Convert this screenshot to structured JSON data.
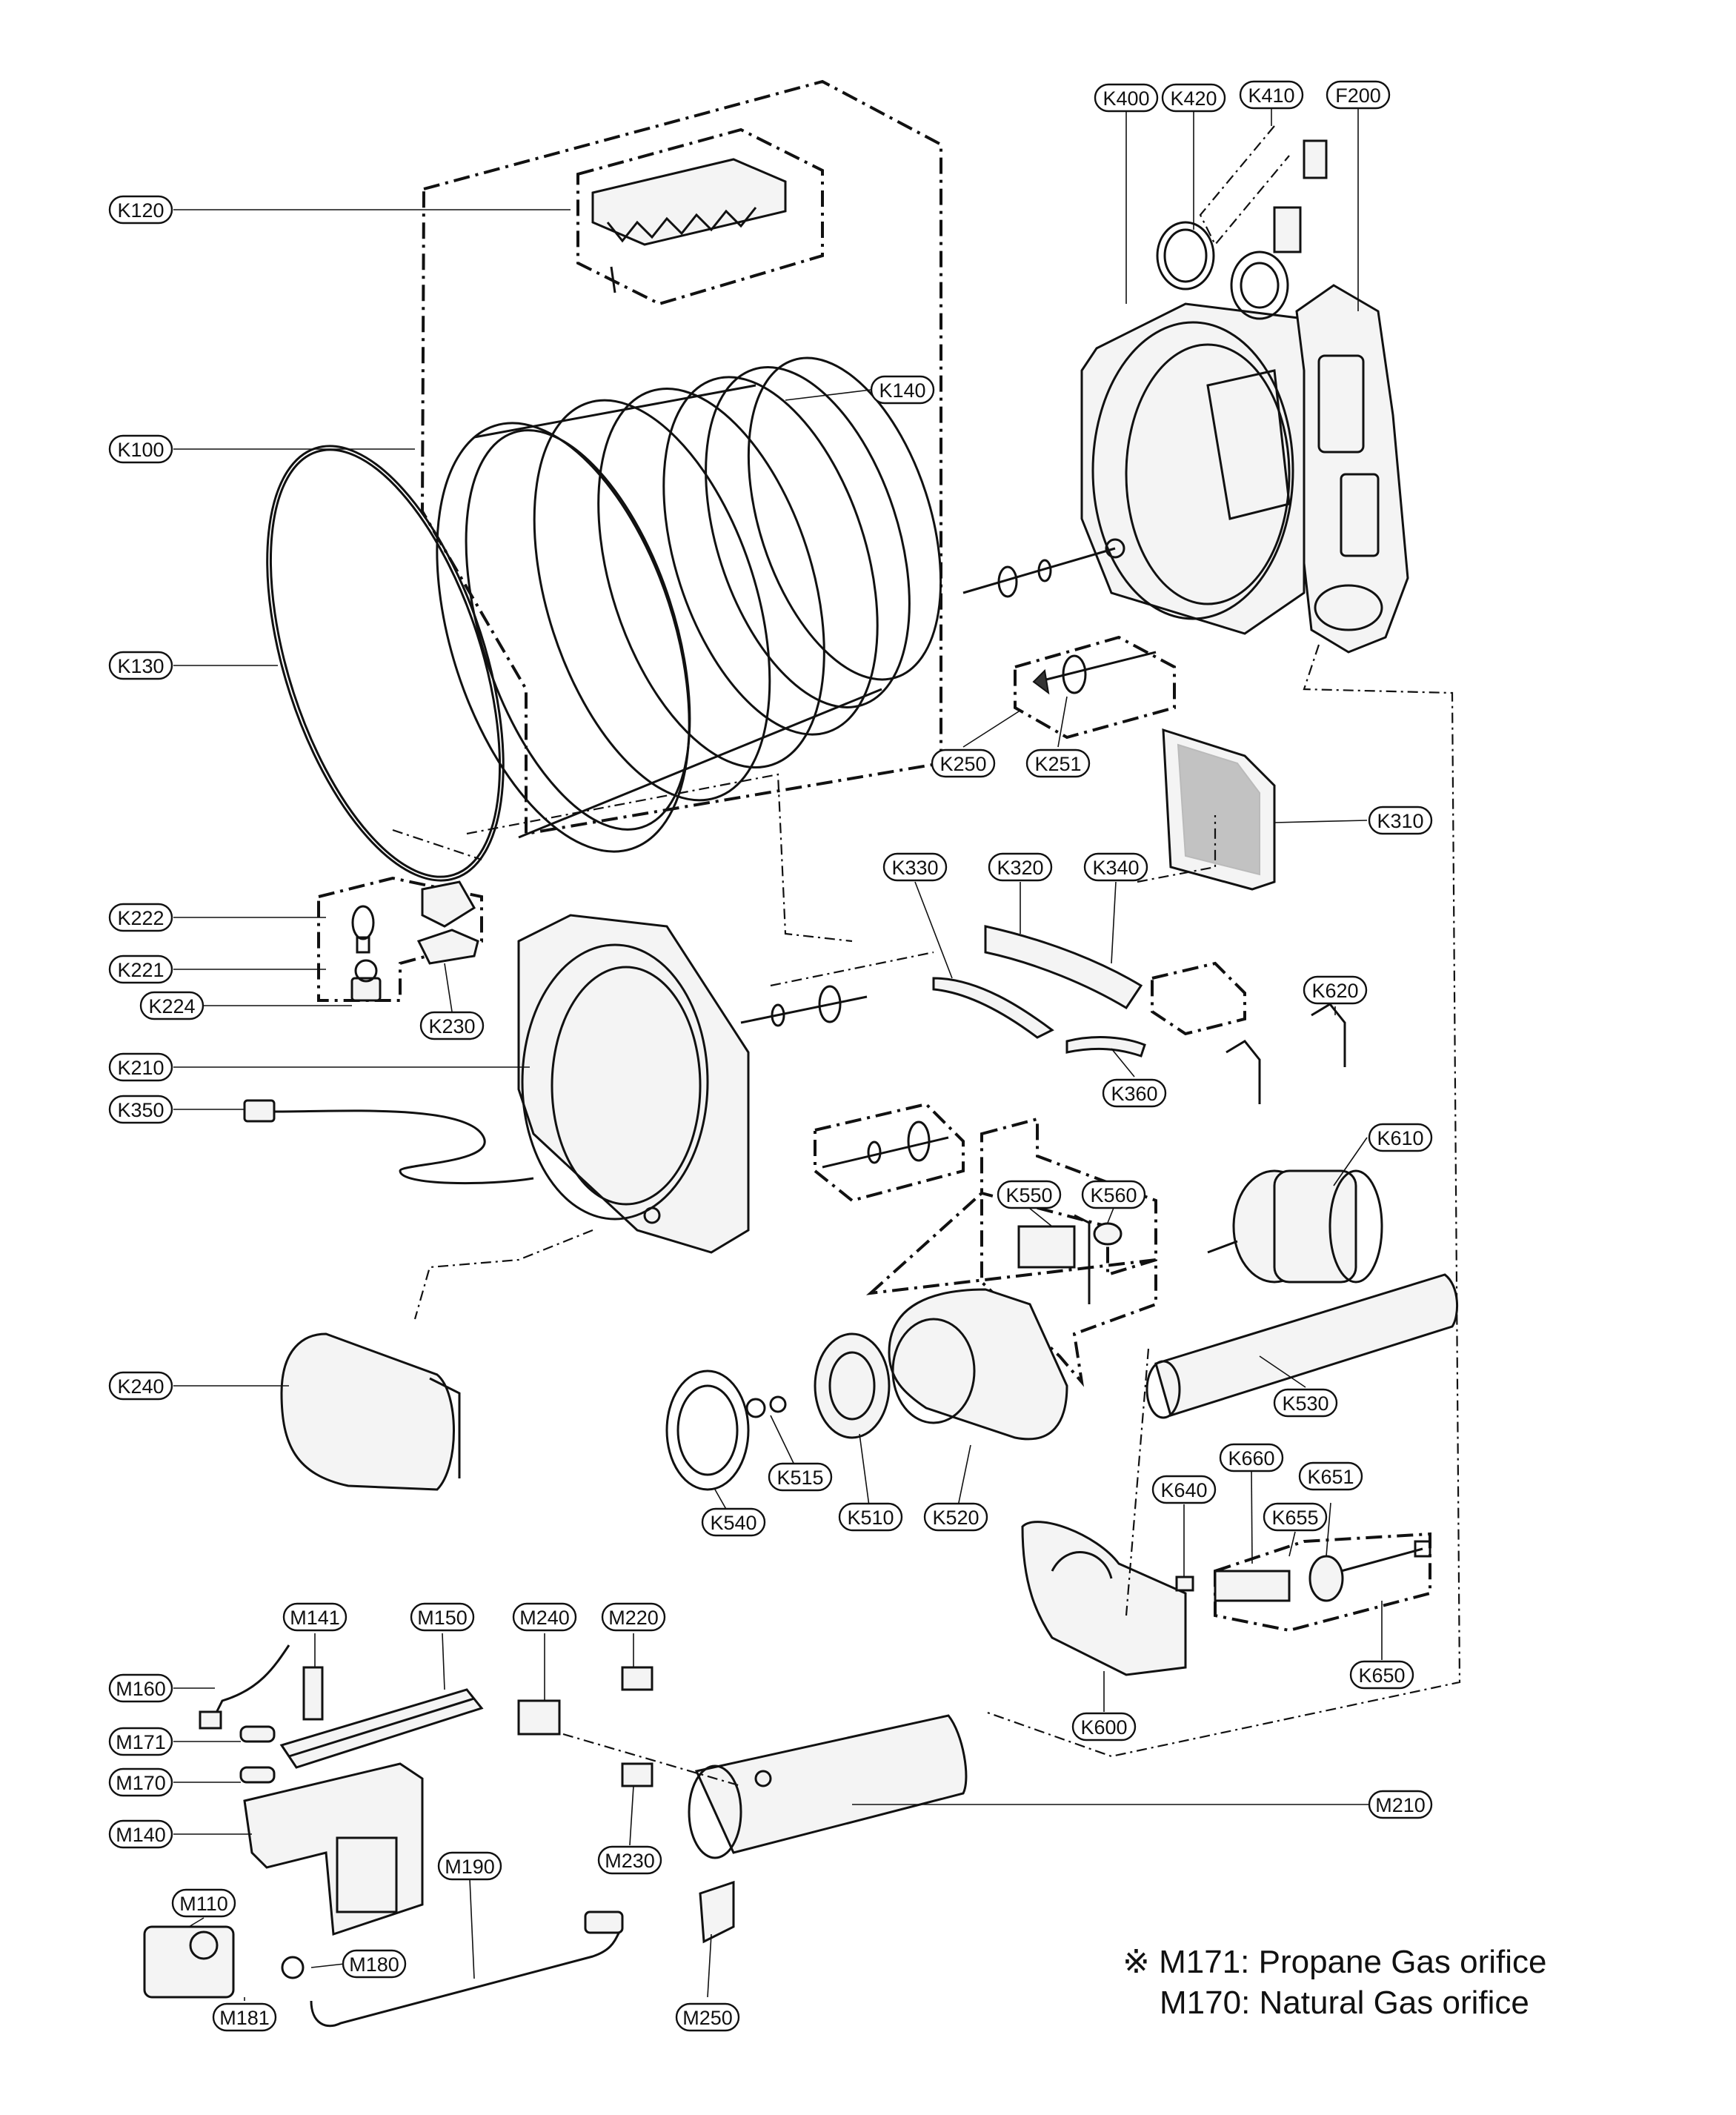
{
  "labels": [
    "K120",
    "K100",
    "K140",
    "K130",
    "K400",
    "K420",
    "K410",
    "F200",
    "K250",
    "K251",
    "K310",
    "K222",
    "K221",
    "K224",
    "K230",
    "K210",
    "K350",
    "K330",
    "K320",
    "K340",
    "K620",
    "K360",
    "K610",
    "K550",
    "K560",
    "K240",
    "K530",
    "K515",
    "K510",
    "K520",
    "K540",
    "K640",
    "K660",
    "K651",
    "K655",
    "K650",
    "K600",
    "M141",
    "M150",
    "M240",
    "M220",
    "M160",
    "M171",
    "M170",
    "M140",
    "M210",
    "M230",
    "M110",
    "M190",
    "M180",
    "M181",
    "M250"
  ],
  "note": {
    "symbol": "※",
    "line1": "M171: Propane Gas orifice",
    "line2": "M170: Natural Gas orifice"
  }
}
